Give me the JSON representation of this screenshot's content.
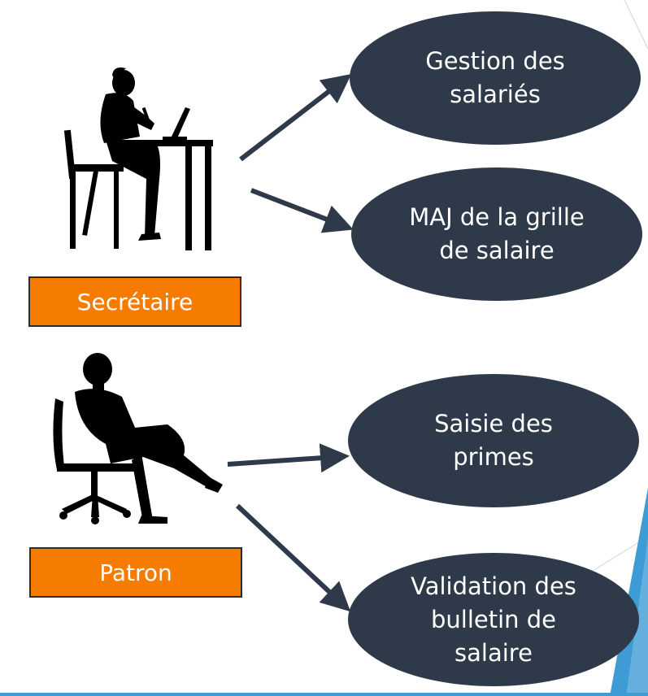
{
  "colors": {
    "ellipse_fill": "#2e3a49",
    "ellipse_stroke": "#1e2731",
    "label_fill": "#f57c00",
    "arrow": "#2e3a49",
    "silhouette": "#000000",
    "accent_light": "#d6e3ea",
    "accent_blue": "#3e9bd4"
  },
  "actors": [
    {
      "label": "Secrétaire",
      "icon": "secretary-at-desk-icon"
    },
    {
      "label": "Patron",
      "icon": "boss-in-armchair-icon"
    }
  ],
  "use_cases": [
    {
      "text": "Gestion des\nsalariés"
    },
    {
      "text": "MAJ de la grille\nde salaire"
    },
    {
      "text": "Saisie des\nprimes"
    },
    {
      "text": "Validation des\nbulletin de\nsalaire"
    }
  ]
}
